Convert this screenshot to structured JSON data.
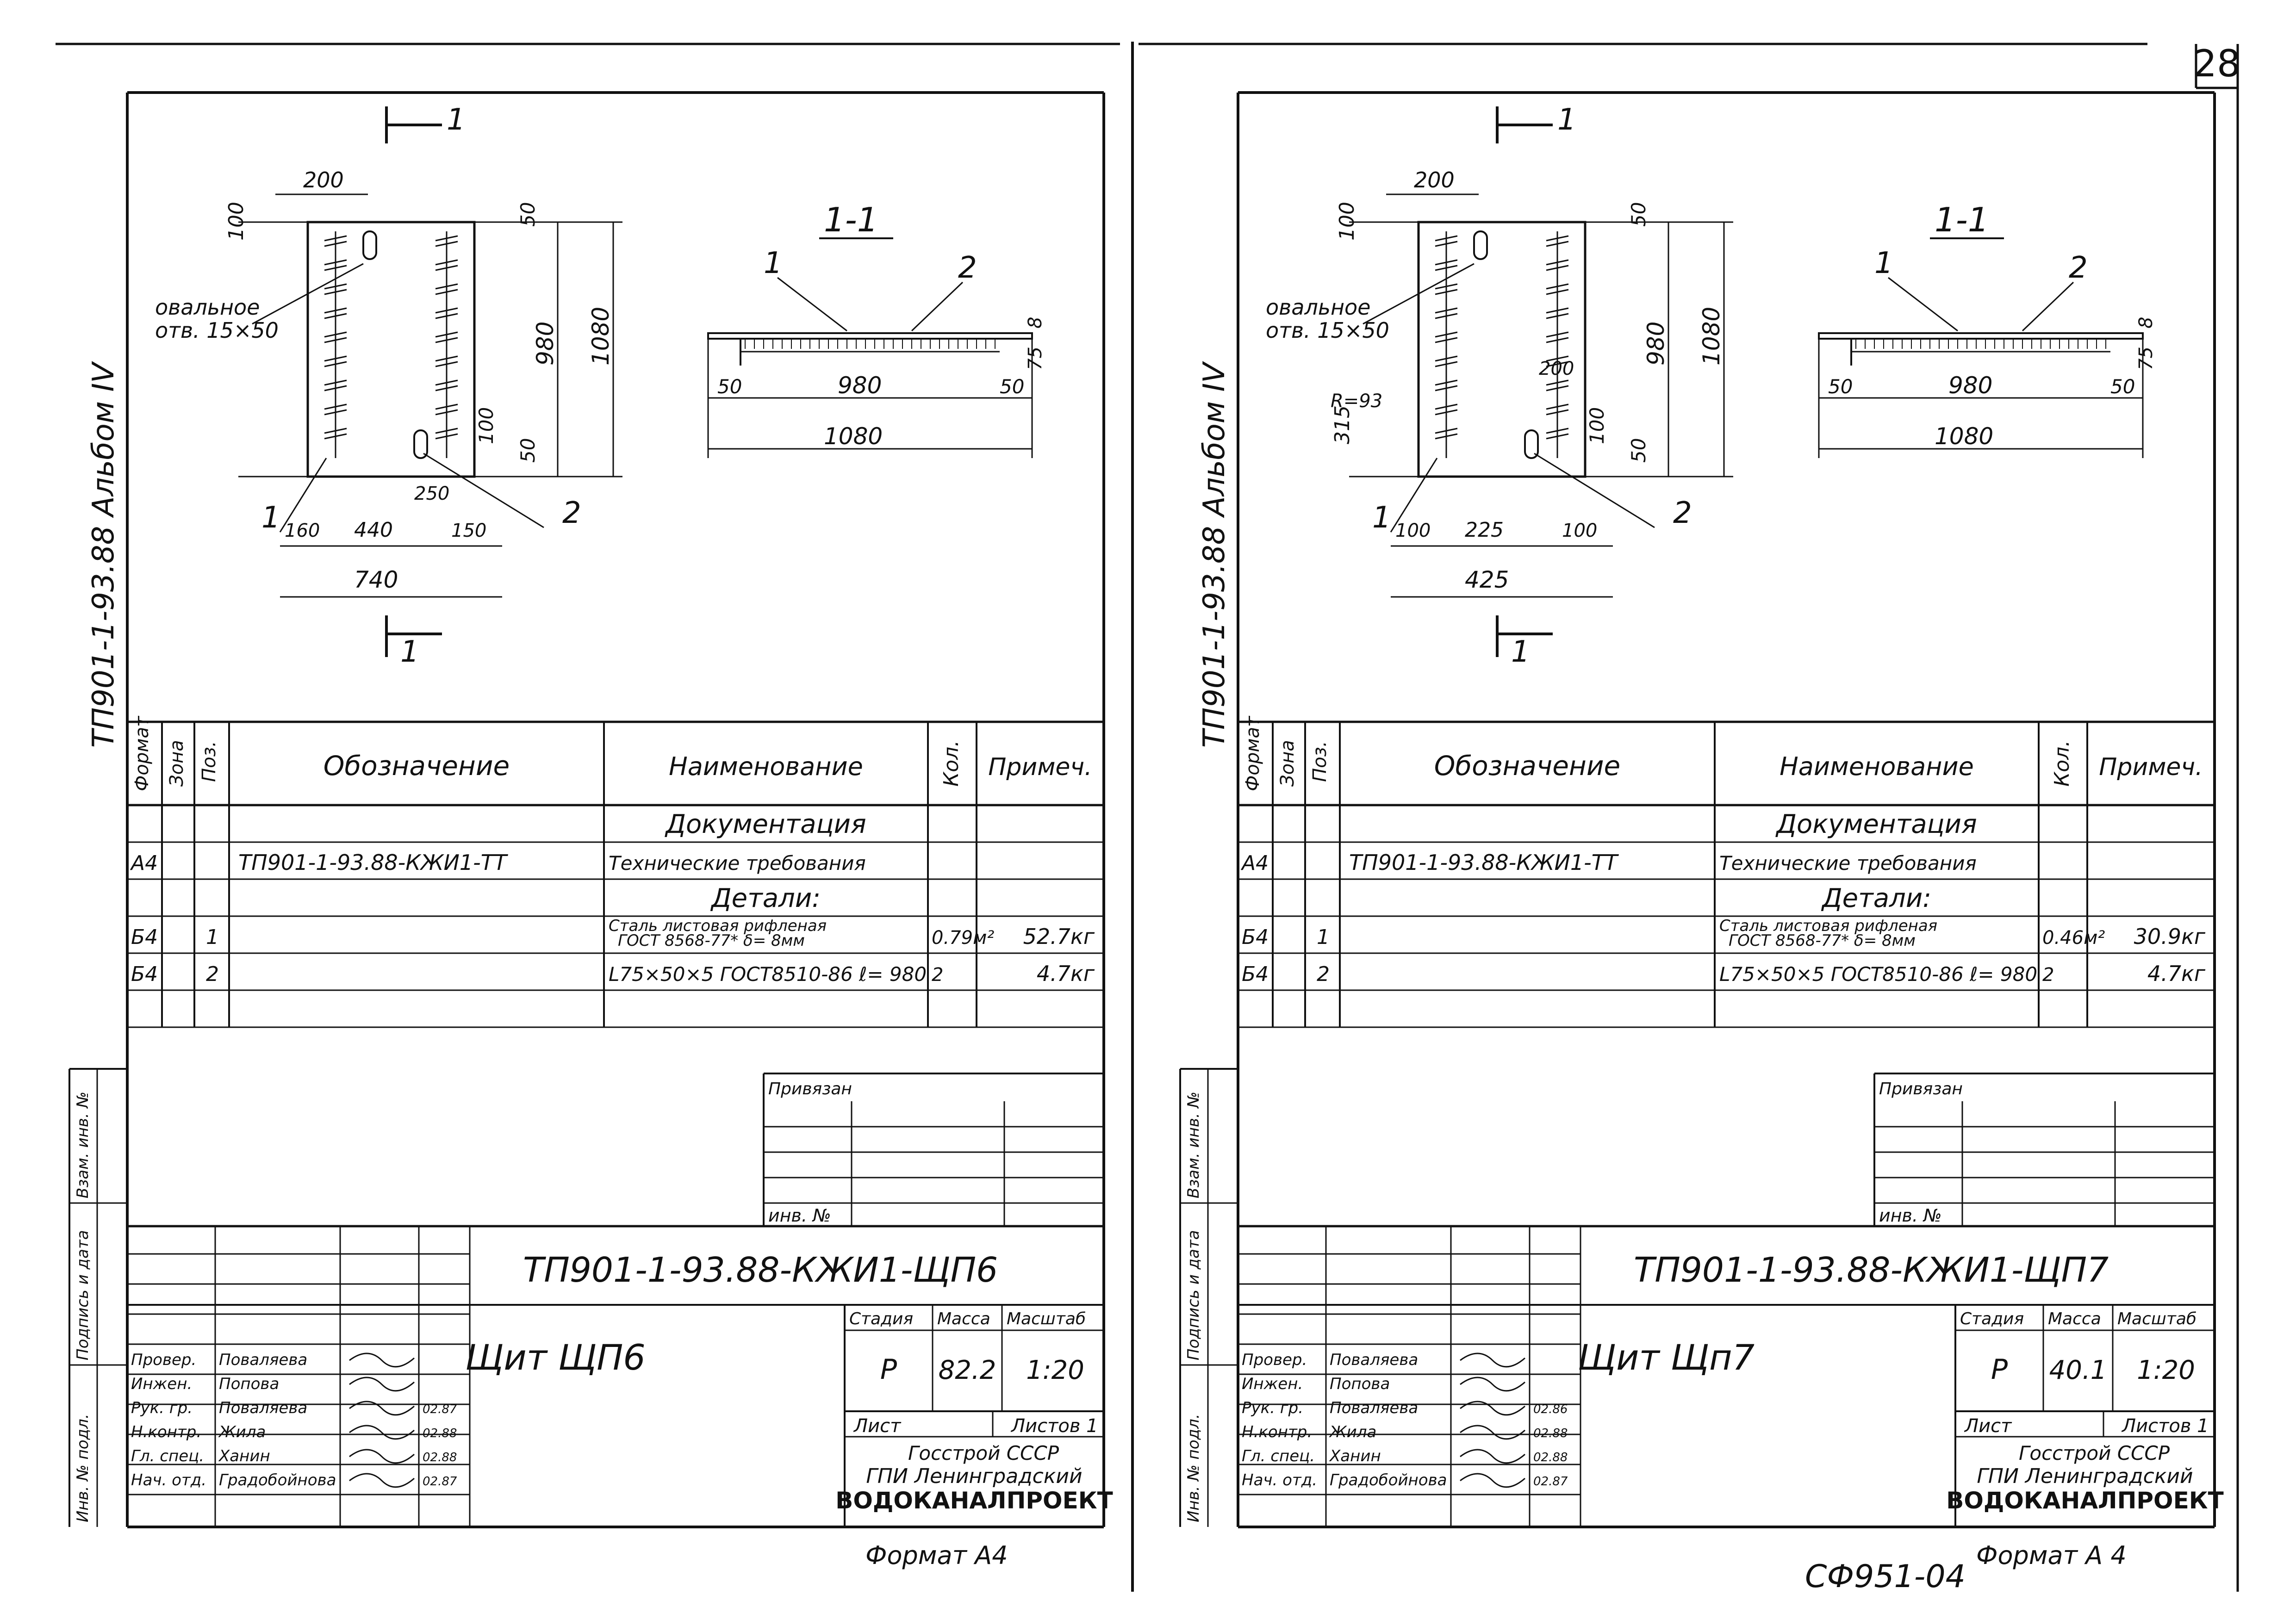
{
  "page_number": "28",
  "bottom_code": "СФ951-04",
  "sheets": [
    {
      "id": "left",
      "album_label": "ТП901-1-93.88  Альбом IV",
      "plan": {
        "section_mark": "1",
        "dims": {
          "top": "200",
          "h100": "100",
          "h50": "50",
          "h980": "980",
          "h1080": "1080",
          "h100b": "100",
          "h50b": "50",
          "d250": "250",
          "b160": "160",
          "b440": "440",
          "b150": "150",
          "b740": "740"
        },
        "hole_note": [
          "овальное",
          "отв. 15×50"
        ],
        "pos_labels": [
          "1",
          "2"
        ]
      },
      "section": {
        "title": "1-1",
        "pos_labels": [
          "1",
          "2"
        ],
        "dims": {
          "t8": "8",
          "h75": "75",
          "l50": "50",
          "mid": "980",
          "r50": "50",
          "total": "1080"
        }
      },
      "spec": {
        "headers": {
          "format": "Формат",
          "zone": "Зона",
          "pos": "Поз.",
          "designation": "Обозначение",
          "name": "Наименование",
          "qty": "Кол.",
          "note": "Примеч."
        },
        "doc_section": "Документация",
        "parts_section": "Детали:",
        "rows": [
          {
            "format": "А4",
            "pos": "",
            "designation": "ТП901-1-93.88-КЖИ1-ТТ",
            "name": [
              "Технические требования"
            ],
            "qty": "",
            "note": ""
          },
          {
            "format": "Б4",
            "pos": "1",
            "designation": "",
            "name": [
              "Сталь листовая рифленая",
              "ГОСТ 8568-77*  δ= 8мм"
            ],
            "qty": "0.79м²",
            "note": "52.7кг"
          },
          {
            "format": "Б4",
            "pos": "2",
            "designation": "",
            "name": [
              "L75×50×5 ГОСТ8510-86  ℓ= 980"
            ],
            "qty": "2",
            "note": "4.7кг"
          }
        ]
      },
      "binding": {
        "title": "Привязан",
        "inv": "инв. №"
      },
      "side_stamp": [
        "Взам. инв. №",
        "Подпись и дата",
        "Инв. № подл."
      ],
      "title_block": {
        "code": "ТП901-1-93.88-КЖИ1-ЩП6",
        "item_name": "Щит ЩП6",
        "stage_label": "Стадия",
        "mass_label": "Масса",
        "scale_label": "Масштаб",
        "stage": "Р",
        "mass": "82.2",
        "scale": "1:20",
        "sheet_label": "Лист",
        "sheets_label": "Листов  1",
        "org": [
          "Госстрой СССР",
          "ГПИ Ленинградский",
          "ВОДОКАНАЛПРОЕКТ"
        ],
        "roles": [
          {
            "role": "Провер.",
            "name": "Поваляева",
            "date": ""
          },
          {
            "role": "Инжен.",
            "name": "Попова",
            "date": ""
          },
          {
            "role": "Рук. гр.",
            "name": "Поваляева",
            "date": "02.87"
          },
          {
            "role": "Н.контр.",
            "name": "Жила",
            "date": "02.88"
          },
          {
            "role": "Гл. спец.",
            "name": "Ханин",
            "date": "02.88"
          },
          {
            "role": "Нач. отд.",
            "name": "Градобойнова",
            "date": "02.87"
          }
        ]
      },
      "format_label": "Формат А4"
    },
    {
      "id": "right",
      "album_label": "ТП901-1-93.88  Альбом IV",
      "plan": {
        "section_mark": "1",
        "dims": {
          "top": "200",
          "h100": "100",
          "h50": "50",
          "h980": "980",
          "h1080": "1080",
          "h315": "315",
          "radius": "R=93",
          "d200": "200",
          "h100b": "100",
          "h50b": "50",
          "b100": "100",
          "b225": "225",
          "b100r": "100",
          "b425": "425"
        },
        "hole_note": [
          "овальное",
          "отв. 15×50"
        ],
        "pos_labels": [
          "1",
          "2"
        ]
      },
      "section": {
        "title": "1-1",
        "pos_labels": [
          "1",
          "2"
        ],
        "dims": {
          "t8": "8",
          "h75": "75",
          "l50": "50",
          "mid": "980",
          "r50": "50",
          "total": "1080"
        }
      },
      "spec": {
        "headers": {
          "format": "Формат",
          "zone": "Зона",
          "pos": "Поз.",
          "designation": "Обозначение",
          "name": "Наименование",
          "qty": "Кол.",
          "note": "Примеч."
        },
        "doc_section": "Документация",
        "parts_section": "Детали:",
        "rows": [
          {
            "format": "А4",
            "pos": "",
            "designation": "ТП901-1-93.88-КЖИ1-ТТ",
            "name": [
              "Технические требования"
            ],
            "qty": "",
            "note": ""
          },
          {
            "format": "Б4",
            "pos": "1",
            "designation": "",
            "name": [
              "Сталь листовая рифленая",
              "ГОСТ 8568-77*  δ= 8мм"
            ],
            "qty": "0.46м²",
            "note": "30.9кг"
          },
          {
            "format": "Б4",
            "pos": "2",
            "designation": "",
            "name": [
              "L75×50×5 ГОСТ8510-86  ℓ= 980"
            ],
            "qty": "2",
            "note": "4.7кг"
          }
        ]
      },
      "binding": {
        "title": "Привязан",
        "inv": "инв. №"
      },
      "side_stamp": [
        "Взам. инв. №",
        "Подпись и дата",
        "Инв. № подл."
      ],
      "title_block": {
        "code": "ТП901-1-93.88-КЖИ1-ЩП7",
        "item_name": "Щит Щп7",
        "stage_label": "Стадия",
        "mass_label": "Масса",
        "scale_label": "Масштаб",
        "stage": "Р",
        "mass": "40.1",
        "scale": "1:20",
        "sheet_label": "Лист",
        "sheets_label": "Листов  1",
        "org": [
          "Госстрой СССР",
          "ГПИ Ленинградский",
          "ВОДОКАНАЛПРОЕКТ"
        ],
        "roles": [
          {
            "role": "Провер.",
            "name": "Поваляева",
            "date": ""
          },
          {
            "role": "Инжен.",
            "name": "Попова",
            "date": ""
          },
          {
            "role": "Рук. гр.",
            "name": "Поваляева",
            "date": "02.86"
          },
          {
            "role": "Н.контр.",
            "name": "Жила",
            "date": "02.88"
          },
          {
            "role": "Гл. спец.",
            "name": "Ханин",
            "date": "02.88"
          },
          {
            "role": "Нач. отд.",
            "name": "Градобойнова",
            "date": "02.87"
          }
        ]
      },
      "format_label": "Формат А 4"
    }
  ]
}
